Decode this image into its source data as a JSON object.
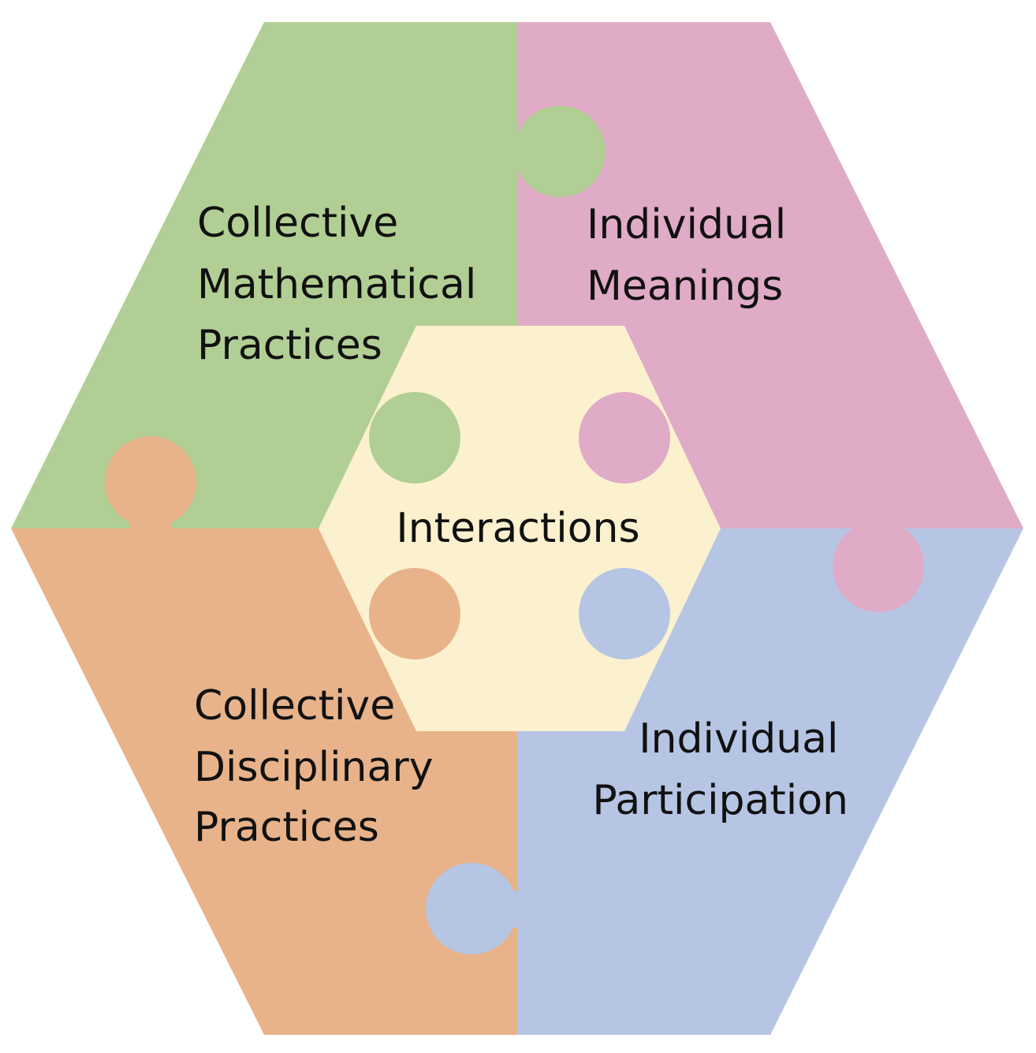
{
  "colors": {
    "collective_mathematical": "#b1cf94",
    "individual_meanings": "#e0abc6",
    "individual_participation": "#b6c5e4",
    "collective_disciplinary": "#e8b38a",
    "interactions": "#fcf1cf",
    "background": "#ffffff"
  },
  "pieces": {
    "collective_mathematical": {
      "lines": [
        "Collective",
        "Mathematical",
        "Practices"
      ]
    },
    "individual_meanings": {
      "lines": [
        "Individual",
        "Meanings"
      ]
    },
    "collective_disciplinary": {
      "lines": [
        "Collective",
        "Disciplinary",
        "Practices"
      ]
    },
    "individual_participation": {
      "lines": [
        "Individual",
        "Participation"
      ]
    },
    "interactions": {
      "label": "Interactions"
    }
  }
}
